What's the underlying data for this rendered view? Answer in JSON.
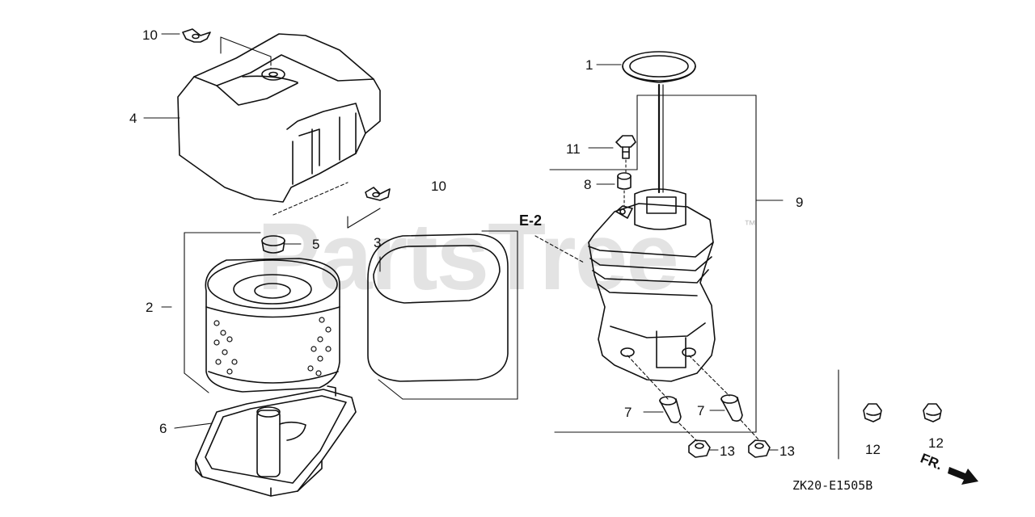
{
  "watermark": {
    "text": "PartsTree",
    "trademark": "™"
  },
  "callouts": {
    "p1": "1",
    "p2": "2",
    "p3": "3",
    "p4": "4",
    "p5": "5",
    "p6": "6",
    "p7a": "7",
    "p7b": "7",
    "p8": "8",
    "p9": "9",
    "p10a": "10",
    "p10b": "10",
    "p11": "11",
    "p12a": "12",
    "p12b": "12",
    "p13a": "13",
    "p13b": "13"
  },
  "reference": "E-2",
  "direction": "FR.",
  "drawing_code": "ZK20-E1505B"
}
